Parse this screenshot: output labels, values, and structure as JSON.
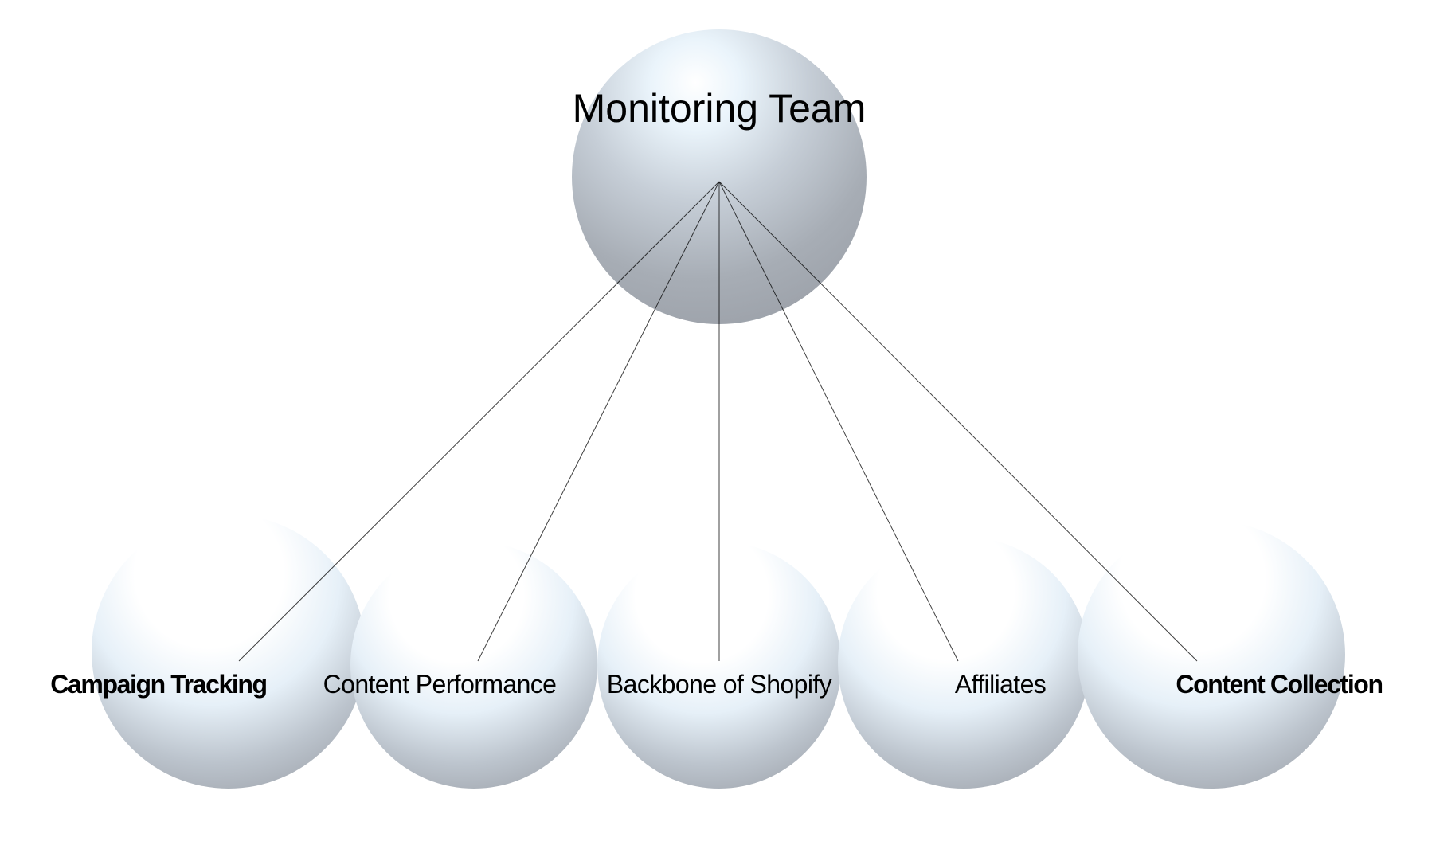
{
  "diagram": {
    "type": "hierarchy",
    "root": {
      "label": "Monitoring Team"
    },
    "children": [
      {
        "label": "Campaign Tracking",
        "emphasis": "bold"
      },
      {
        "label": "Content Performance",
        "emphasis": "normal"
      },
      {
        "label": "Backbone of Shopify",
        "emphasis": "normal"
      },
      {
        "label": "Affiliates",
        "emphasis": "normal"
      },
      {
        "label": "Content Collection",
        "emphasis": "bold"
      }
    ],
    "colors": {
      "sphere_highlight": "#f4faff",
      "sphere_mid": "#c4ccd5",
      "sphere_shadow": "#9ea3aa",
      "connector": "#000000",
      "background": "#ffffff"
    }
  }
}
